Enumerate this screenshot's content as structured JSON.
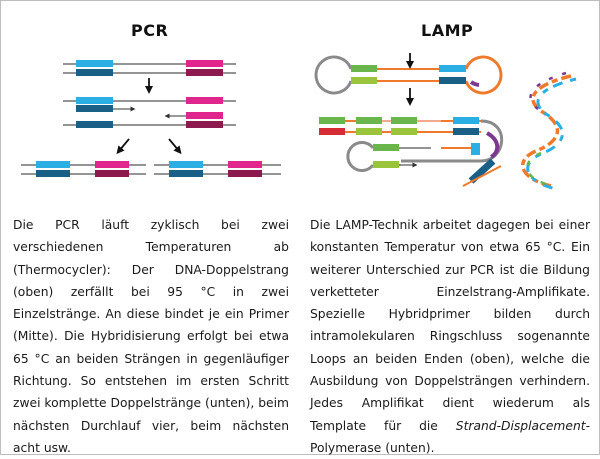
{
  "pcr": {
    "title": "PCR",
    "text": "Die PCR läuft zyklisch bei zwei verschiedenen Temperaturen ab (Thermocycler): Der DNA-Doppelstrang (oben) zerfällt bei 95 °C in zwei Einzelstränge. An diese bindet je ein Primer (Mitte). Die Hybridisierung erfolgt bei etwa 65 °C an beiden Strängen in gegenläufiger Richtung. So entstehen im ersten Schritt zwei komplette Doppelstränge (unten), beim nächsten Durchlauf vier, beim nächsten acht usw."
  },
  "lamp": {
    "title": "LAMP",
    "text_before": "Die LAMP-Technik arbeitet dagegen bei einer konstanten Temperatur von etwa 65 °C. Ein weiterer Unterschied zur PCR ist die Bildung verketteter Einzelstrang-Amplifikate. Spezielle Hybridprimer bilden durch intramolekularen Ringschluss sogenannte Loops an beiden Enden (oben), welche die Ausbildung von Doppelsträngen verhindern. Jedes Amplifikat dient wiederum als Template für die ",
    "text_italic": "Strand-Displacement",
    "text_after": "-Polymerase (unten)."
  },
  "colors": {
    "cyan": "#2aaee3",
    "navy": "#1a5f86",
    "magenta": "#e0258c",
    "maroon": "#8c1a4e",
    "green": "#6ab64d",
    "red": "#d62c36",
    "orange": "#ef7a2c",
    "purple": "#7b3a8f",
    "line": "#555555"
  }
}
